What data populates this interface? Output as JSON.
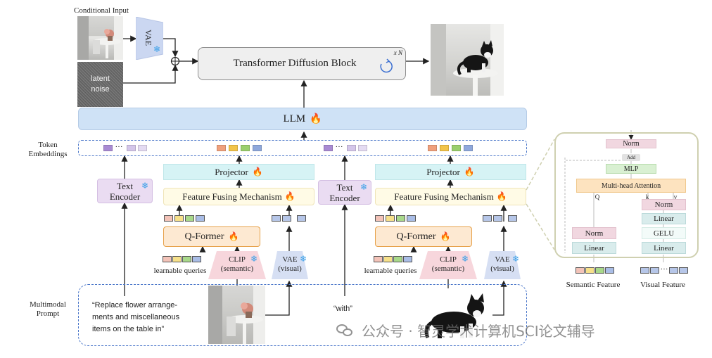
{
  "top": {
    "conditional_input_label": "Conditional Input",
    "vae_label": "VAE",
    "latent_noise_label": "latent\nnoise",
    "transformer_label": "Transformer Diffusion Block",
    "repeat_label": "x N",
    "llm_label": "LLM"
  },
  "left_labels": {
    "token_embeddings": "Token\nEmbeddings",
    "multimodal_prompt": "Multimodal\nPrompt"
  },
  "branch_left": {
    "projector": "Projector",
    "fusion": "Feature Fusing Mechanism",
    "qformer": "Q-Former",
    "text_encoder": "Text\nEncoder",
    "learnable_queries": "learnable queries",
    "clip": "CLIP\n(semantic)",
    "vae": "VAE\n(visual)"
  },
  "branch_right": {
    "projector": "Projector",
    "fusion": "Feature Fusing Mechanism",
    "qformer": "Q-Former",
    "text_encoder": "Text\nEncoder",
    "learnable_queries": "learnable queries",
    "clip": "CLIP\n(semantic)",
    "vae": "VAE\n(visual)"
  },
  "prompt": {
    "text1": "“Replace flower arrange-\nments and miscellaneous\nitems on the table in”",
    "text2": "“with”"
  },
  "detail": {
    "norm_top": "Norm",
    "add": "Add",
    "mlp": "MLP",
    "mha": "Multi-head Attention",
    "q": "Q",
    "k": "k",
    "v": "v",
    "norm_sem": "Norm",
    "linear_sem": "Linear",
    "norm_vis": "Norm",
    "linear_vis1": "Linear",
    "gelu": "GELU",
    "linear_vis2": "Linear",
    "semantic_feature": "Semantic Feature",
    "visual_feature": "Visual Feature",
    "ellipsis": "···"
  },
  "watermark": "公众号 · 智灵学术计算机SCI论文辅导",
  "colors": {
    "dash_blue": "#4a76c9",
    "llm_fill": "#cfe2f6",
    "projector_fill": "#d6f3f5",
    "fusion_fill": "#fffbe6",
    "qformer_fill": "#fde9d2",
    "qformer_border": "#e6a14a",
    "text_encoder_fill": "#eadcf2",
    "clip_fill": "#f7d6dc",
    "vae_fill": "#d6dff3",
    "detail_border": "#cfd0b0",
    "norm_fill": "#f1d7e0",
    "mlp_fill": "#d9f0d2",
    "mha_fill": "#fde3bf",
    "linear_fill": "#d9ecec"
  }
}
